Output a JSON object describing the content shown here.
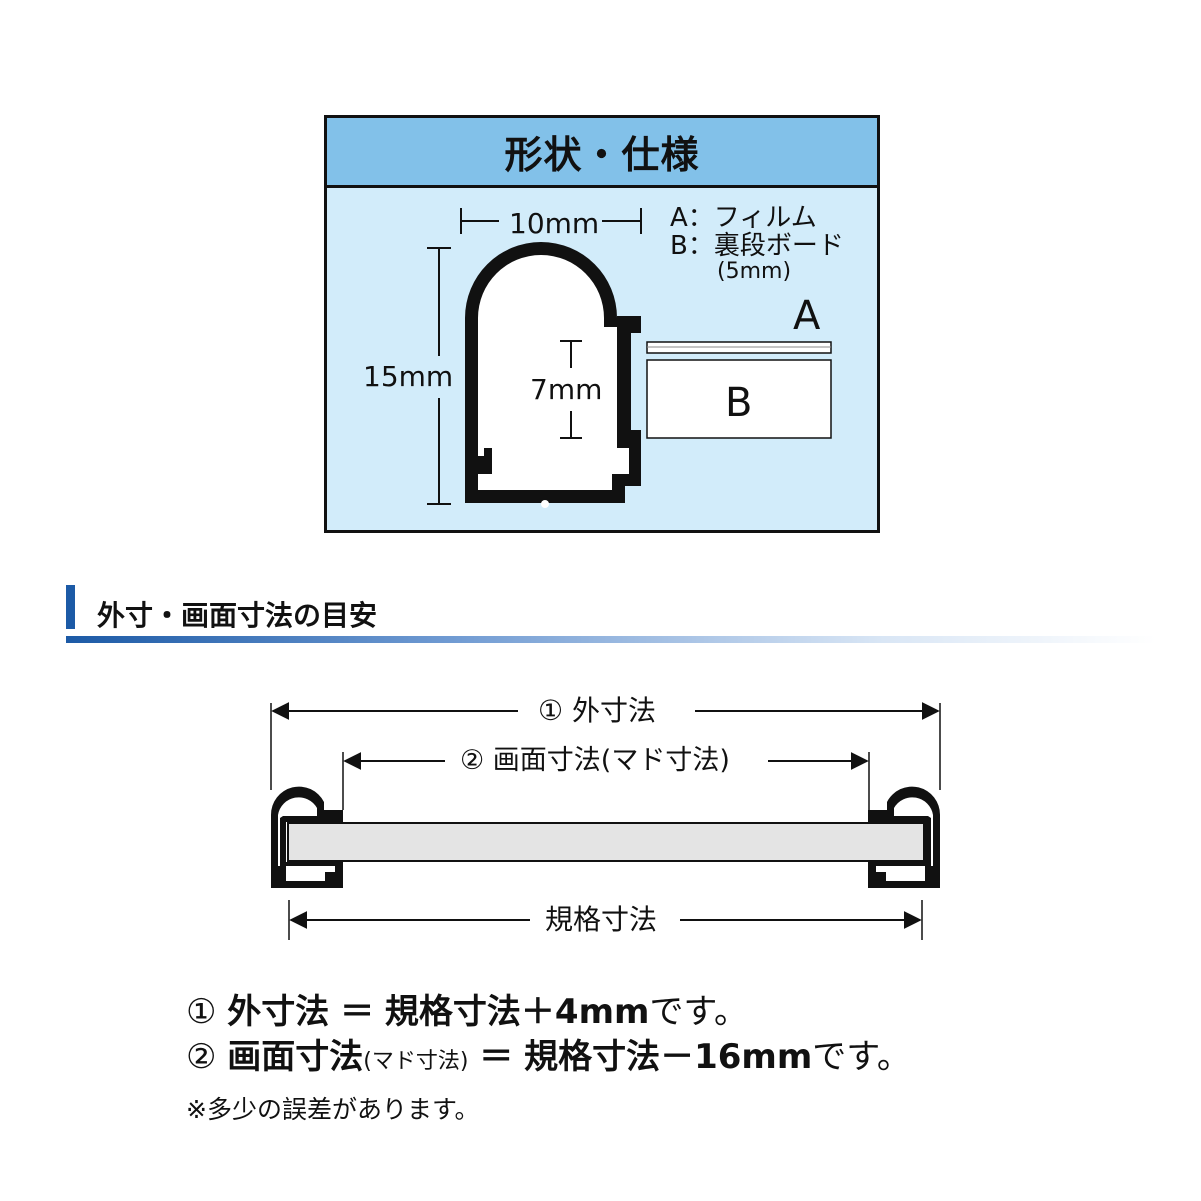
{
  "spec": {
    "title": "形状・仕様",
    "width_label": "10mm",
    "height_label": "15mm",
    "inner_label": "7mm",
    "legend_a": "A：フィルム",
    "legend_b": "B：裏段ボード",
    "legend_b_note": "(5mm)",
    "label_a": "A",
    "label_b": "B"
  },
  "section": {
    "title": "外寸・画面寸法の目安"
  },
  "dims": {
    "outer": "① 外寸法",
    "window": "② 画面寸法(マド寸法)",
    "standard": "規格寸法"
  },
  "notes": {
    "line1_num": "①",
    "line1_term": "外寸法",
    "line1_eq": "＝",
    "line1_value": "規格寸法＋4mm",
    "line1_tail": "です。",
    "line2_num": "②",
    "line2_term": "画面寸法",
    "line2_small": "(マド寸法)",
    "line2_eq": "＝",
    "line2_value": "規格寸法－16mm",
    "line2_tail": "です。",
    "footnote": "※多少の誤差があります。"
  },
  "colors": {
    "header_blue": "#82c1e9",
    "panel_blue": "#d2ecfa",
    "accent_blue": "#1c5aa6"
  }
}
